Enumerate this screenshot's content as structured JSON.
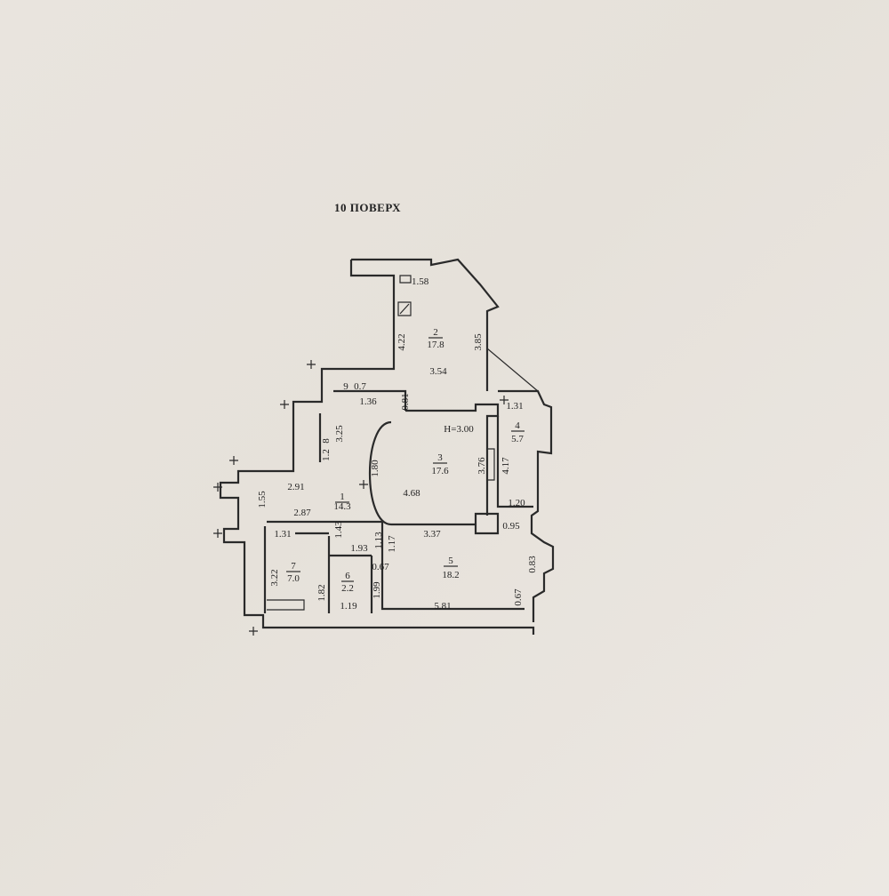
{
  "title": "10 ПОВЕРХ",
  "rooms": [
    {
      "number": "1",
      "area": "14.3"
    },
    {
      "number": "2",
      "area": "17.8"
    },
    {
      "number": "3",
      "area": "17.6"
    },
    {
      "number": "4",
      "area": "5.7"
    },
    {
      "number": "5",
      "area": "18.2"
    },
    {
      "number": "6",
      "area": "2.2"
    },
    {
      "number": "7",
      "area": "7.0"
    },
    {
      "number": "8",
      "area": "1.2"
    },
    {
      "number": "9",
      "area": "0.7"
    }
  ],
  "ceiling_height": "H=3.00",
  "dimensions": {
    "d_1_58": "1.58",
    "d_4_22": "4.22",
    "d_3_85": "3.85",
    "d_3_54": "3.54",
    "d_1_36": "1.36",
    "d_0_81": "0.81",
    "d_1_31a": "1.31",
    "d_3_25": "3.25",
    "d_1_80": "1.80",
    "d_4_68": "4.68",
    "d_3_76": "3.76",
    "d_4_17": "4.17",
    "d_1_20": "1.20",
    "d_1_55": "1.55",
    "d_2_91": "2.91",
    "d_2_87": "2.87",
    "d_1_31b": "1.31",
    "d_1_43": "1.43",
    "d_1_93": "1.93",
    "d_1_13": "1.13",
    "d_1_17": "1.17",
    "d_3_37": "3.37",
    "d_0_95": "0.95",
    "d_0_83": "0.83",
    "d_3_22": "3.22",
    "d_1_82": "1.82",
    "d_0_67a": "0.67",
    "d_1_99": "1.99",
    "d_1_19": "1.19",
    "d_5_81": "5.81",
    "d_0_67b": "0.67"
  }
}
